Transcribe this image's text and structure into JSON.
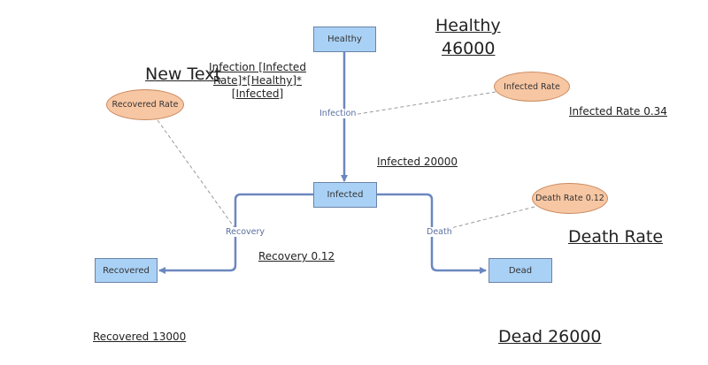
{
  "nodes": {
    "healthy": "Healthy",
    "infected": "Infected",
    "recovered": "Recovered",
    "dead": "Dead"
  },
  "parameters": {
    "recovered_rate": "Recovered Rate",
    "infected_rate": "Infected Rate",
    "death_rate": "Death Rate 0.12"
  },
  "flows": {
    "infection": "Infection",
    "recovery": "Recovery",
    "death": "Death"
  },
  "annotations": {
    "healthy_title": "Healthy",
    "healthy_value": "46000",
    "new_text": "New Text",
    "infection_formula": "Infection [Infected Rate]*[Healthy]*[Infected]",
    "infected_rate_value": "Infected Rate 0.34",
    "infected_value": "Infected 20000",
    "recovery_value": "Recovery 0.12",
    "death_rate_title": "Death Rate",
    "recovered_value": "Recovered 13000",
    "dead_value": "Dead 26000"
  },
  "colors": {
    "stock_fill": "#a9d1f5",
    "parameter_fill": "#f7c6a3",
    "flow_line": "#6b87bf",
    "link_line": "#9a9a9a"
  }
}
